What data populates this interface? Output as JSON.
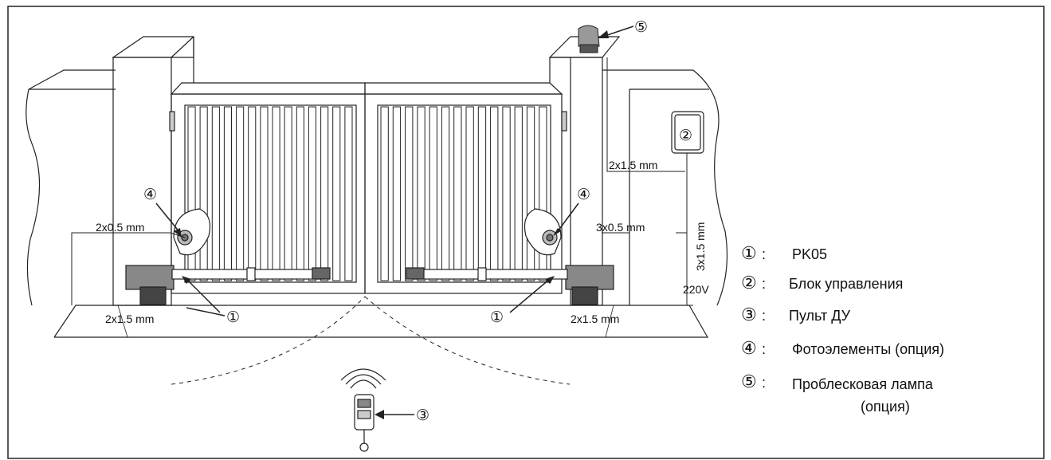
{
  "measurements": {
    "left_top": "2x0.5 mm",
    "left_bottom": "2x1.5 mm",
    "right_cable_top": "2x1.5 mm",
    "right_mid": "3x0.5 mm",
    "right_vertical": "3x1.5 mm",
    "right_bottom": "2x1.5 mm",
    "voltage": "220V"
  },
  "callouts": {
    "motor": "①",
    "control_unit": "②",
    "remote": "③",
    "photocell": "④",
    "lamp": "⑤"
  },
  "legend": [
    {
      "num": "①",
      "sep": ":",
      "text": "PK05"
    },
    {
      "num": "②",
      "sep": ":",
      "text": "Блок управления"
    },
    {
      "num": "③",
      "sep": ":",
      "text": "Пульт ДУ"
    },
    {
      "num": "④",
      "sep": ":",
      "text": "Фотоэлементы (опция)"
    },
    {
      "num": "⑤",
      "sep": ":",
      "text": "Проблесковая лампа"
    }
  ],
  "legend_cont": "(опция)"
}
